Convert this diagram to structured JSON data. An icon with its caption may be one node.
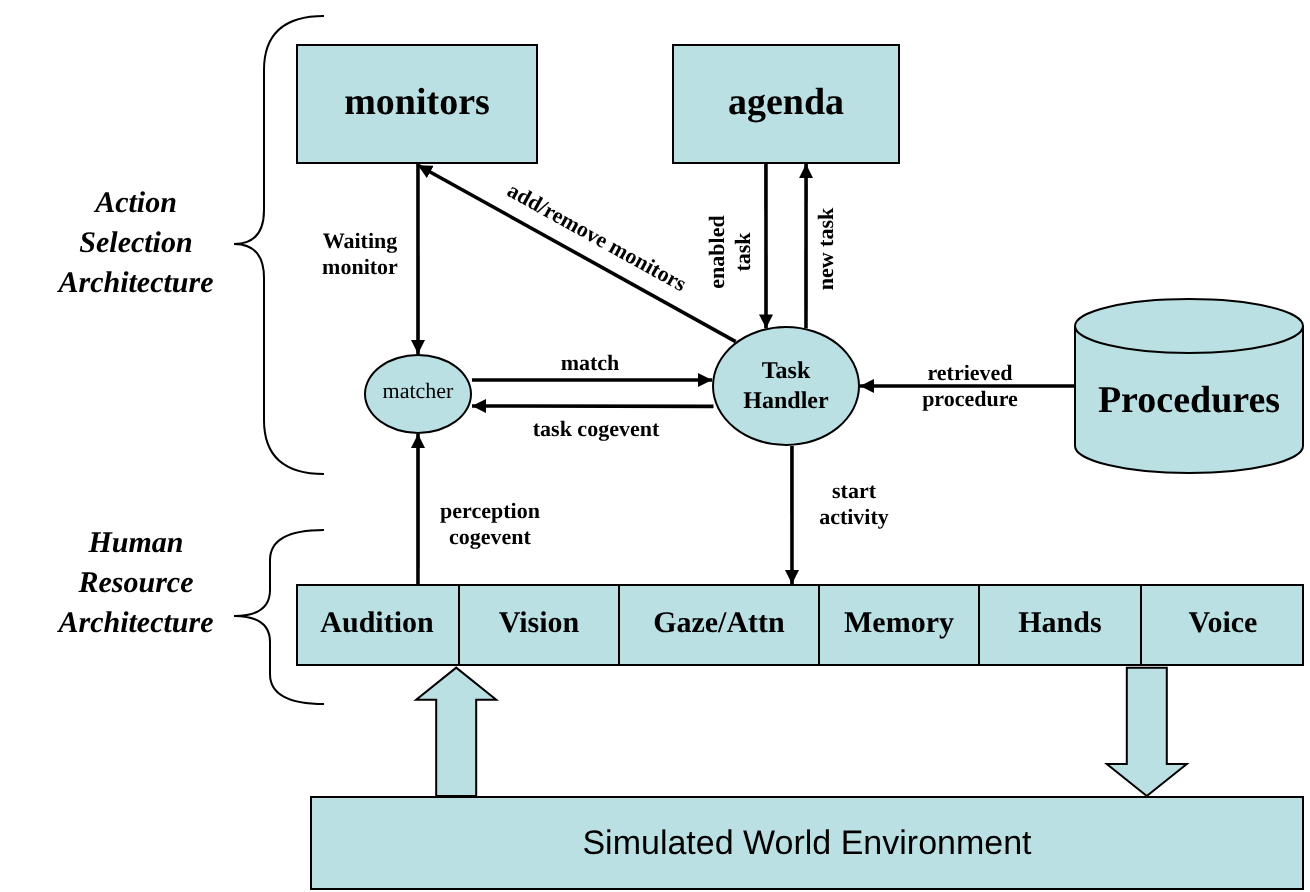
{
  "diagram": {
    "nodes": [
      {
        "text": [
          "monitors"
        ]
      },
      {
        "text": [
          "agenda"
        ]
      },
      {
        "text": [
          "matcher"
        ]
      },
      {
        "text": [
          "Task Handler"
        ]
      },
      {
        "text": [
          "Procedures"
        ]
      },
      {
        "text": [],
        "shape": "bar"
      },
      {
        "text": [
          "Audition"
        ],
        "in": 5
      },
      {
        "text": [
          "Vision"
        ],
        "in": 5
      },
      {
        "text": [
          "Gaze/Attn"
        ],
        "in": 5
      },
      {
        "text": [
          "Memory"
        ],
        "in": 5
      },
      {
        "text": [
          "Hands"
        ],
        "in": 5
      },
      {
        "text": [
          "Voice"
        ],
        "in": 5
      },
      {
        "text": [
          "Simulated World Environment"
        ]
      }
    ],
    "edges": [
      {
        "from": 0,
        "to": 2,
        "arrow": "to",
        "label": "Waiting monitor"
      },
      {
        "from": 3,
        "to": 0,
        "arrow": "to",
        "label": "add/remove monitors"
      },
      {
        "from": 1,
        "to": 3,
        "arrow": "to",
        "label": "enabled task"
      },
      {
        "from": 3,
        "to": 1,
        "arrow": "to",
        "label": "new task"
      },
      {
        "from": 2,
        "to": 3,
        "arrow": "to",
        "label": "match"
      },
      {
        "from": 3,
        "to": 2,
        "arrow": "to",
        "label": "task cogevent"
      },
      {
        "from": 4,
        "to": 3,
        "arrow": "to",
        "label": "retrieved procedure"
      },
      {
        "from": 6,
        "to": 2,
        "arrow": "to",
        "label": "perception cogevent"
      },
      {
        "from": 3,
        "to": 8,
        "arrow": "to",
        "label": "start activity"
      },
      {
        "from": 12,
        "to": 5,
        "arrow": "to",
        "style": "thick"
      },
      {
        "from": 5,
        "to": 12,
        "arrow": "to",
        "style": "thick"
      }
    ],
    "labels": [
      "Action Selection Architecture",
      "Human Resource Architecture"
    ]
  }
}
